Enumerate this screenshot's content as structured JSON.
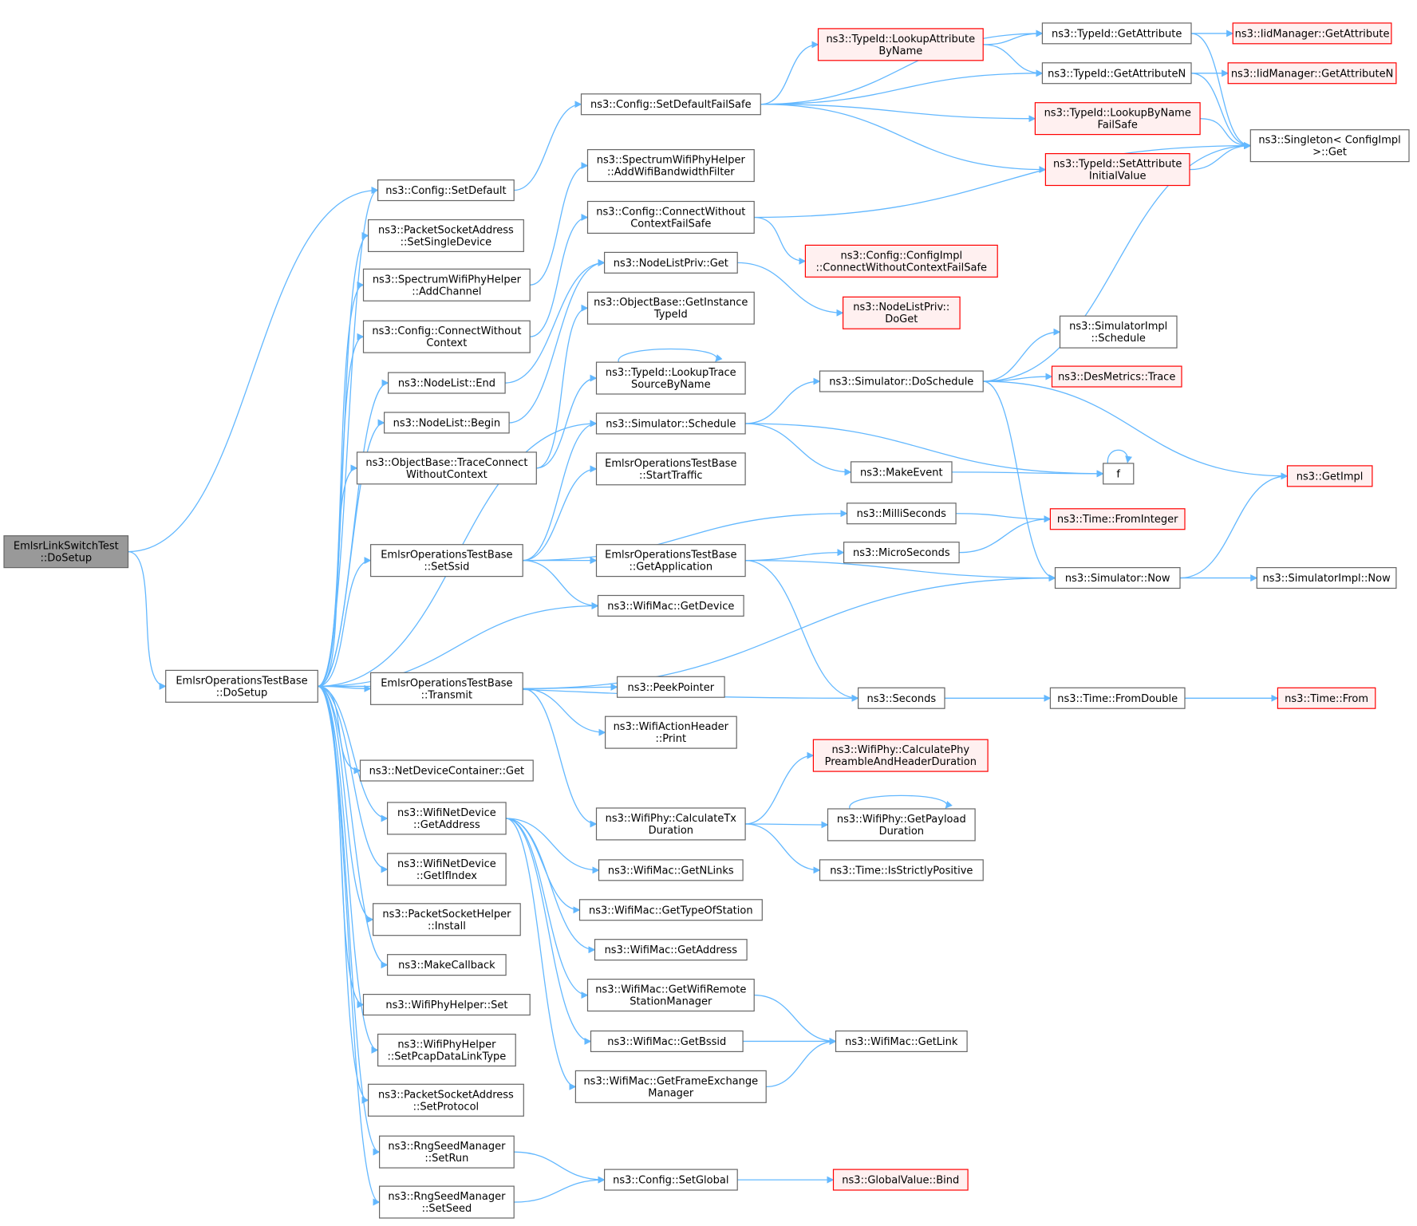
{
  "colors": {
    "edge": "#63b8ff",
    "node_border": "#666666",
    "node_fill": "#ffffff",
    "truncated_border": "#ff0000",
    "truncated_fill": "#fff0f0",
    "root_fill": "#999999",
    "root_border": "#666666"
  },
  "nodes": [
    {
      "id": "root",
      "lines": [
        "EmlsrLinkSwitchTest",
        "::DoSetup"
      ],
      "style": "root"
    },
    {
      "id": "ebdo",
      "lines": [
        "EmlsrOperationsTestBase",
        "::DoSetup"
      ],
      "style": "normal"
    },
    {
      "id": "cfgsetdef",
      "lines": [
        "ns3::Config::SetDefault"
      ],
      "style": "normal"
    },
    {
      "id": "pkssd",
      "lines": [
        "ns3::PacketSocketAddress",
        "::SetSingleDevice"
      ],
      "style": "normal"
    },
    {
      "id": "swaddch",
      "lines": [
        "ns3::SpectrumWifiPhyHelper",
        "::AddChannel"
      ],
      "style": "normal"
    },
    {
      "id": "cfgcwc",
      "lines": [
        "ns3::Config::ConnectWithout",
        "Context"
      ],
      "style": "normal"
    },
    {
      "id": "nlend",
      "lines": [
        "ns3::NodeList::End"
      ],
      "style": "normal"
    },
    {
      "id": "nlbegin",
      "lines": [
        "ns3::NodeList::Begin"
      ],
      "style": "normal"
    },
    {
      "id": "obtcwc",
      "lines": [
        "ns3::ObjectBase::TraceConnect",
        "WithoutContext"
      ],
      "style": "normal"
    },
    {
      "id": "ebssid",
      "lines": [
        "EmlsrOperationsTestBase",
        "::SetSsid"
      ],
      "style": "normal"
    },
    {
      "id": "ebtx",
      "lines": [
        "EmlsrOperationsTestBase",
        "::Transmit"
      ],
      "style": "normal"
    },
    {
      "id": "ndcget",
      "lines": [
        "ns3::NetDeviceContainer::Get"
      ],
      "style": "normal"
    },
    {
      "id": "wndaddr",
      "lines": [
        "ns3::WifiNetDevice",
        "::GetAddress"
      ],
      "style": "normal"
    },
    {
      "id": "wndidx",
      "lines": [
        "ns3::WifiNetDevice",
        "::GetIfIndex"
      ],
      "style": "normal"
    },
    {
      "id": "pshinst",
      "lines": [
        "ns3::PacketSocketHelper",
        "::Install"
      ],
      "style": "normal"
    },
    {
      "id": "mkcb",
      "lines": [
        "ns3::MakeCallback"
      ],
      "style": "normal"
    },
    {
      "id": "wphset",
      "lines": [
        "ns3::WifiPhyHelper::Set"
      ],
      "style": "normal"
    },
    {
      "id": "wphpcap",
      "lines": [
        "ns3::WifiPhyHelper",
        "::SetPcapDataLinkType"
      ],
      "style": "normal"
    },
    {
      "id": "psaproto",
      "lines": [
        "ns3::PacketSocketAddress",
        "::SetProtocol"
      ],
      "style": "normal"
    },
    {
      "id": "rngrun",
      "lines": [
        "ns3::RngSeedManager",
        "::SetRun"
      ],
      "style": "normal"
    },
    {
      "id": "rngseed",
      "lines": [
        "ns3::RngSeedManager",
        "::SetSeed"
      ],
      "style": "normal"
    },
    {
      "id": "cfgsdfs",
      "lines": [
        "ns3::Config::SetDefaultFailSafe"
      ],
      "style": "normal"
    },
    {
      "id": "swabw",
      "lines": [
        "ns3::SpectrumWifiPhyHelper",
        "::AddWifiBandwidthFilter"
      ],
      "style": "normal"
    },
    {
      "id": "cfgcwcfs",
      "lines": [
        "ns3::Config::ConnectWithout",
        "ContextFailSafe"
      ],
      "style": "normal"
    },
    {
      "id": "nlpget",
      "lines": [
        "ns3::NodeListPriv::Get"
      ],
      "style": "normal"
    },
    {
      "id": "obgit",
      "lines": [
        "ns3::ObjectBase::GetInstance",
        "TypeId"
      ],
      "style": "normal"
    },
    {
      "id": "tidlts",
      "lines": [
        "ns3::TypeId::LookupTrace",
        "SourceByName"
      ],
      "style": "normal"
    },
    {
      "id": "simsched",
      "lines": [
        "ns3::Simulator::Schedule"
      ],
      "style": "normal"
    },
    {
      "id": "ebstart",
      "lines": [
        "EmlsrOperationsTestBase",
        "::StartTraffic"
      ],
      "style": "normal"
    },
    {
      "id": "ebgetapp",
      "lines": [
        "EmlsrOperationsTestBase",
        "::GetApplication"
      ],
      "style": "normal"
    },
    {
      "id": "wmgetdev",
      "lines": [
        "ns3::WifiMac::GetDevice"
      ],
      "style": "normal"
    },
    {
      "id": "peekptr",
      "lines": [
        "ns3::PeekPointer"
      ],
      "style": "normal"
    },
    {
      "id": "wahprint",
      "lines": [
        "ns3::WifiActionHeader",
        "::Print"
      ],
      "style": "normal"
    },
    {
      "id": "wpctx",
      "lines": [
        "ns3::WifiPhy::CalculateTx",
        "Duration"
      ],
      "style": "normal"
    },
    {
      "id": "wmnlinks",
      "lines": [
        "ns3::WifiMac::GetNLinks"
      ],
      "style": "normal"
    },
    {
      "id": "wmtos",
      "lines": [
        "ns3::WifiMac::GetTypeOfStation"
      ],
      "style": "normal"
    },
    {
      "id": "wmaddr",
      "lines": [
        "ns3::WifiMac::GetAddress"
      ],
      "style": "normal"
    },
    {
      "id": "wmwrsm",
      "lines": [
        "ns3::WifiMac::GetWifiRemote",
        "StationManager"
      ],
      "style": "normal"
    },
    {
      "id": "wmbssid",
      "lines": [
        "ns3::WifiMac::GetBssid"
      ],
      "style": "normal"
    },
    {
      "id": "wmfem",
      "lines": [
        "ns3::WifiMac::GetFrameExchange",
        "Manager"
      ],
      "style": "normal"
    },
    {
      "id": "cfgsetglob",
      "lines": [
        "ns3::Config::SetGlobal"
      ],
      "style": "normal"
    },
    {
      "id": "tidlabn",
      "lines": [
        "ns3::TypeId::LookupAttribute",
        "ByName"
      ],
      "style": "truncated"
    },
    {
      "id": "tidlbnfs",
      "lines": [
        "ns3::TypeId::LookupByName",
        "FailSafe"
      ],
      "style": "truncated"
    },
    {
      "id": "tidsaiv",
      "lines": [
        "ns3::TypeId::SetAttribute",
        "InitialValue"
      ],
      "style": "truncated"
    },
    {
      "id": "cfgimplcwc",
      "lines": [
        "ns3::Config::ConfigImpl",
        "::ConnectWithoutContextFailSafe"
      ],
      "style": "truncated"
    },
    {
      "id": "nlpdoget",
      "lines": [
        "ns3::NodeListPriv::",
        "DoGet"
      ],
      "style": "truncated"
    },
    {
      "id": "simimplsched",
      "lines": [
        "ns3::SimulatorImpl",
        "::Schedule"
      ],
      "style": "normal"
    },
    {
      "id": "simdosched",
      "lines": [
        "ns3::Simulator::DoSchedule"
      ],
      "style": "normal"
    },
    {
      "id": "mkevent",
      "lines": [
        "ns3::MakeEvent"
      ],
      "style": "normal"
    },
    {
      "id": "millis",
      "lines": [
        "ns3::MilliSeconds"
      ],
      "style": "normal"
    },
    {
      "id": "micros",
      "lines": [
        "ns3::MicroSeconds"
      ],
      "style": "normal"
    },
    {
      "id": "secs",
      "lines": [
        "ns3::Seconds"
      ],
      "style": "normal"
    },
    {
      "id": "wpcphd",
      "lines": [
        "ns3::WifiPhy::CalculatePhy",
        "PreambleAndHeaderDuration"
      ],
      "style": "truncated"
    },
    {
      "id": "wpgpd",
      "lines": [
        "ns3::WifiPhy::GetPayload",
        "Duration"
      ],
      "style": "normal"
    },
    {
      "id": "timepos",
      "lines": [
        "ns3::Time::IsStrictlyPositive"
      ],
      "style": "normal"
    },
    {
      "id": "wmgetlink",
      "lines": [
        "ns3::WifiMac::GetLink"
      ],
      "style": "normal"
    },
    {
      "id": "gvbind",
      "lines": [
        "ns3::GlobalValue::Bind"
      ],
      "style": "truncated"
    },
    {
      "id": "tidgetattr",
      "lines": [
        "ns3::TypeId::GetAttribute"
      ],
      "style": "normal"
    },
    {
      "id": "tidgetattrn",
      "lines": [
        "ns3::TypeId::GetAttributeN"
      ],
      "style": "normal"
    },
    {
      "id": "desmtrace",
      "lines": [
        "ns3::DesMetrics::Trace"
      ],
      "style": "truncated"
    },
    {
      "id": "fnode",
      "lines": [
        "f"
      ],
      "style": "normal"
    },
    {
      "id": "timefromint",
      "lines": [
        "ns3::Time::FromInteger"
      ],
      "style": "truncated"
    },
    {
      "id": "simnow",
      "lines": [
        "ns3::Simulator::Now"
      ],
      "style": "normal"
    },
    {
      "id": "timefromdbl",
      "lines": [
        "ns3::Time::FromDouble"
      ],
      "style": "normal"
    },
    {
      "id": "iidgetattr",
      "lines": [
        "ns3::IidManager::GetAttribute"
      ],
      "style": "truncated"
    },
    {
      "id": "iidgetattrn",
      "lines": [
        "ns3::IidManager::GetAttributeN"
      ],
      "style": "truncated"
    },
    {
      "id": "singleton",
      "lines": [
        "ns3::Singleton< ConfigImpl",
        " >::Get"
      ],
      "style": "normal"
    },
    {
      "id": "getimpl",
      "lines": [
        "ns3::GetImpl"
      ],
      "style": "truncated"
    },
    {
      "id": "simimplnow",
      "lines": [
        "ns3::SimulatorImpl::Now"
      ],
      "style": "normal"
    },
    {
      "id": "timefrom",
      "lines": [
        "ns3::Time::From"
      ],
      "style": "truncated"
    }
  ],
  "edges": [
    [
      "root",
      "cfgsetdef"
    ],
    [
      "root",
      "ebdo"
    ],
    [
      "ebdo",
      "cfgsetdef"
    ],
    [
      "ebdo",
      "pkssd"
    ],
    [
      "ebdo",
      "swaddch"
    ],
    [
      "ebdo",
      "cfgcwc"
    ],
    [
      "ebdo",
      "nlend"
    ],
    [
      "ebdo",
      "nlbegin"
    ],
    [
      "ebdo",
      "obtcwc"
    ],
    [
      "ebdo",
      "simsched"
    ],
    [
      "ebdo",
      "ebssid"
    ],
    [
      "ebdo",
      "wmgetdev"
    ],
    [
      "ebdo",
      "ebtx"
    ],
    [
      "ebdo",
      "secs"
    ],
    [
      "ebdo",
      "ndcget"
    ],
    [
      "ebdo",
      "wndaddr"
    ],
    [
      "ebdo",
      "wndidx"
    ],
    [
      "ebdo",
      "pshinst"
    ],
    [
      "ebdo",
      "mkcb"
    ],
    [
      "ebdo",
      "wphset"
    ],
    [
      "ebdo",
      "wphpcap"
    ],
    [
      "ebdo",
      "psaproto"
    ],
    [
      "ebdo",
      "rngrun"
    ],
    [
      "ebdo",
      "rngseed"
    ],
    [
      "cfgsetdef",
      "cfgsdfs"
    ],
    [
      "cfgsdfs",
      "tidgetattr"
    ],
    [
      "cfgsdfs",
      "tidlabn"
    ],
    [
      "cfgsdfs",
      "tidgetattrn"
    ],
    [
      "cfgsdfs",
      "tidlbnfs"
    ],
    [
      "cfgsdfs",
      "tidsaiv"
    ],
    [
      "tidlabn",
      "tidgetattr"
    ],
    [
      "tidlabn",
      "tidgetattrn"
    ],
    [
      "tidgetattr",
      "iidgetattr"
    ],
    [
      "tidgetattr",
      "singleton"
    ],
    [
      "tidgetattrn",
      "iidgetattrn"
    ],
    [
      "tidgetattrn",
      "singleton"
    ],
    [
      "tidlbnfs",
      "singleton"
    ],
    [
      "tidsaiv",
      "singleton"
    ],
    [
      "swaddch",
      "swabw"
    ],
    [
      "cfgcwc",
      "cfgcwcfs"
    ],
    [
      "cfgcwcfs",
      "singleton"
    ],
    [
      "cfgcwcfs",
      "cfgimplcwc"
    ],
    [
      "nlend",
      "nlpget"
    ],
    [
      "nlbegin",
      "nlpget"
    ],
    [
      "nlpget",
      "nlpdoget"
    ],
    [
      "obtcwc",
      "obgit"
    ],
    [
      "obtcwc",
      "tidlts"
    ],
    [
      "tidlts",
      "tidlts"
    ],
    [
      "simsched",
      "simdosched"
    ],
    [
      "simsched",
      "mkevent"
    ],
    [
      "simsched",
      "fnode"
    ],
    [
      "simdosched",
      "singleton"
    ],
    [
      "simdosched",
      "simimplsched"
    ],
    [
      "simdosched",
      "desmtrace"
    ],
    [
      "simdosched",
      "getimpl"
    ],
    [
      "simdosched",
      "simnow"
    ],
    [
      "mkevent",
      "fnode"
    ],
    [
      "fnode",
      "fnode"
    ],
    [
      "ebssid",
      "simsched"
    ],
    [
      "ebssid",
      "ebstart"
    ],
    [
      "ebssid",
      "millis"
    ],
    [
      "ebssid",
      "ebgetapp"
    ],
    [
      "ebssid",
      "wmgetdev"
    ],
    [
      "millis",
      "timefromint"
    ],
    [
      "micros",
      "timefromint"
    ],
    [
      "ebgetapp",
      "micros"
    ],
    [
      "ebgetapp",
      "simnow"
    ],
    [
      "ebgetapp",
      "secs"
    ],
    [
      "simnow",
      "getimpl"
    ],
    [
      "simnow",
      "simimplnow"
    ],
    [
      "ebtx",
      "simnow"
    ],
    [
      "ebtx",
      "peekptr"
    ],
    [
      "ebtx",
      "wahprint"
    ],
    [
      "ebtx",
      "wpctx"
    ],
    [
      "secs",
      "timefromdbl"
    ],
    [
      "timefromdbl",
      "timefrom"
    ],
    [
      "wpctx",
      "wpcphd"
    ],
    [
      "wpctx",
      "wpgpd"
    ],
    [
      "wpctx",
      "timepos"
    ],
    [
      "wpgpd",
      "wpgpd"
    ],
    [
      "wndaddr",
      "wmnlinks"
    ],
    [
      "wndaddr",
      "wmtos"
    ],
    [
      "wndaddr",
      "wmaddr"
    ],
    [
      "wndaddr",
      "wmwrsm"
    ],
    [
      "wndaddr",
      "wmbssid"
    ],
    [
      "wndaddr",
      "wmfem"
    ],
    [
      "wmwrsm",
      "wmgetlink"
    ],
    [
      "wmbssid",
      "wmgetlink"
    ],
    [
      "wmfem",
      "wmgetlink"
    ],
    [
      "rngrun",
      "cfgsetglob"
    ],
    [
      "rngseed",
      "cfgsetglob"
    ],
    [
      "cfgsetglob",
      "gvbind"
    ]
  ]
}
